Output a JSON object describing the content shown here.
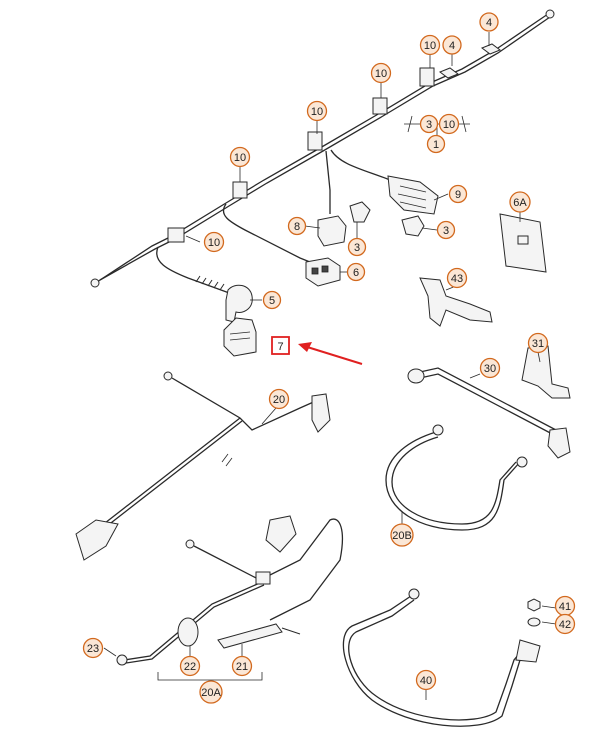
{
  "labels": {
    "l4a": "4",
    "l10a": "10",
    "l4b": "4",
    "l10b": "10",
    "l3a": "3",
    "l10c": "10",
    "l1": "1",
    "l10d": "10",
    "l10e": "10",
    "l9": "9",
    "l8": "8",
    "l3b": "3",
    "l3c": "3",
    "l6a": "6A",
    "l10f": "10",
    "l6": "6",
    "l43": "43",
    "l5": "5",
    "l7": "7",
    "l31": "31",
    "l30": "30",
    "l20": "20",
    "l20b": "20B",
    "l41": "41",
    "l42": "42",
    "l23": "23",
    "l22": "22",
    "l21": "21",
    "l20a": "20A",
    "l40": "40"
  },
  "colors": {
    "callout_fill": "#fbe7d6",
    "callout_stroke": "#d2691e",
    "highlight": "#e02020"
  }
}
